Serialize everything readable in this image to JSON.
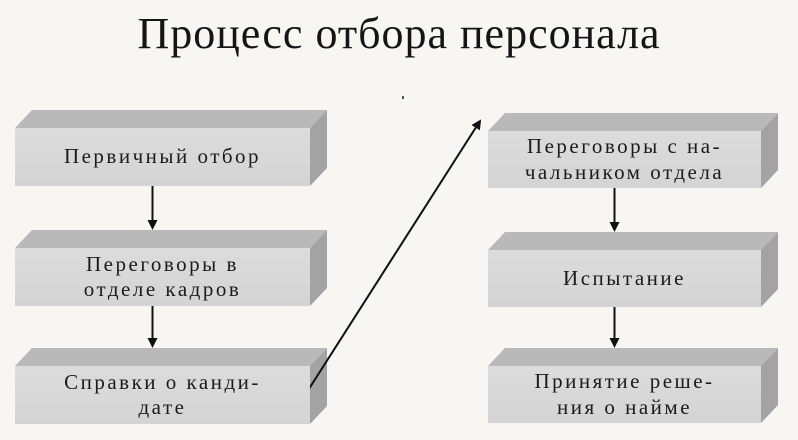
{
  "title": "Процесс отбора персонала",
  "left_column": [
    {
      "id": "b1",
      "lines": [
        "Первичный отбор"
      ]
    },
    {
      "id": "b2",
      "lines": [
        "Переговоры в",
        "отделе кадров"
      ]
    },
    {
      "id": "b3",
      "lines": [
        "Справки о канди-",
        "дате"
      ]
    }
  ],
  "right_column": [
    {
      "id": "b4",
      "lines": [
        "Переговоры с на-",
        "чальником отдела"
      ]
    },
    {
      "id": "b5",
      "lines": [
        "Испытание"
      ]
    },
    {
      "id": "b6",
      "lines": [
        "Принятие реше-",
        "ния о найме"
      ]
    }
  ],
  "flow": [
    [
      "b1",
      "b2"
    ],
    [
      "b2",
      "b3"
    ],
    [
      "b3",
      "b4"
    ],
    [
      "b4",
      "b5"
    ],
    [
      "b5",
      "b6"
    ]
  ],
  "colors": {
    "box_face": "#d6d6d6",
    "box_top": "#b9b9b9",
    "box_side": "#a3a3a3",
    "arrow": "#111111",
    "background": "#f7f6f3"
  }
}
